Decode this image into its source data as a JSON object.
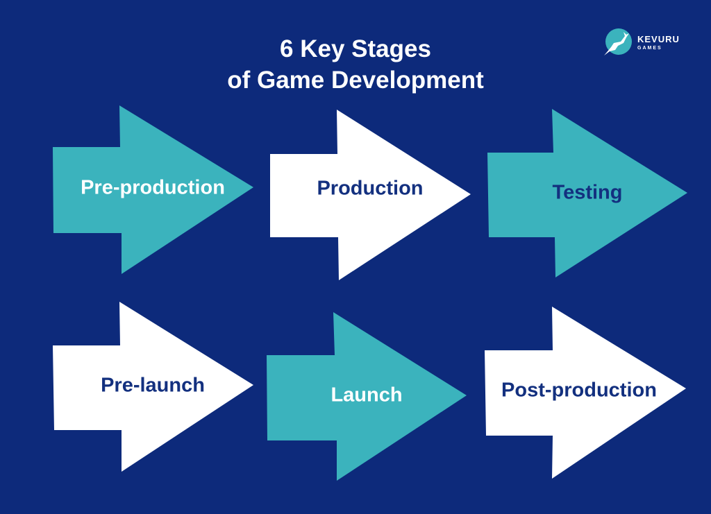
{
  "title": {
    "line1": "6 Key Stages",
    "line2": "of Game Development"
  },
  "logo": {
    "name": "KEVURU",
    "sub": "GAMES",
    "icon": "deer-icon"
  },
  "colors": {
    "background": "#0d2a7b",
    "teal": "#3bb3bd",
    "white": "#ffffff",
    "dark_text": "#13307f"
  },
  "stages": [
    {
      "label": "Pre-production",
      "fill": "#3bb3bd",
      "text_color": "#ffffff"
    },
    {
      "label": "Production",
      "fill": "#ffffff",
      "text_color": "#13307f"
    },
    {
      "label": "Testing",
      "fill": "#3bb3bd",
      "text_color": "#13307f"
    },
    {
      "label": "Pre-launch",
      "fill": "#ffffff",
      "text_color": "#13307f"
    },
    {
      "label": "Launch",
      "fill": "#3bb3bd",
      "text_color": "#ffffff"
    },
    {
      "label": "Post-production",
      "fill": "#ffffff",
      "text_color": "#13307f"
    }
  ]
}
